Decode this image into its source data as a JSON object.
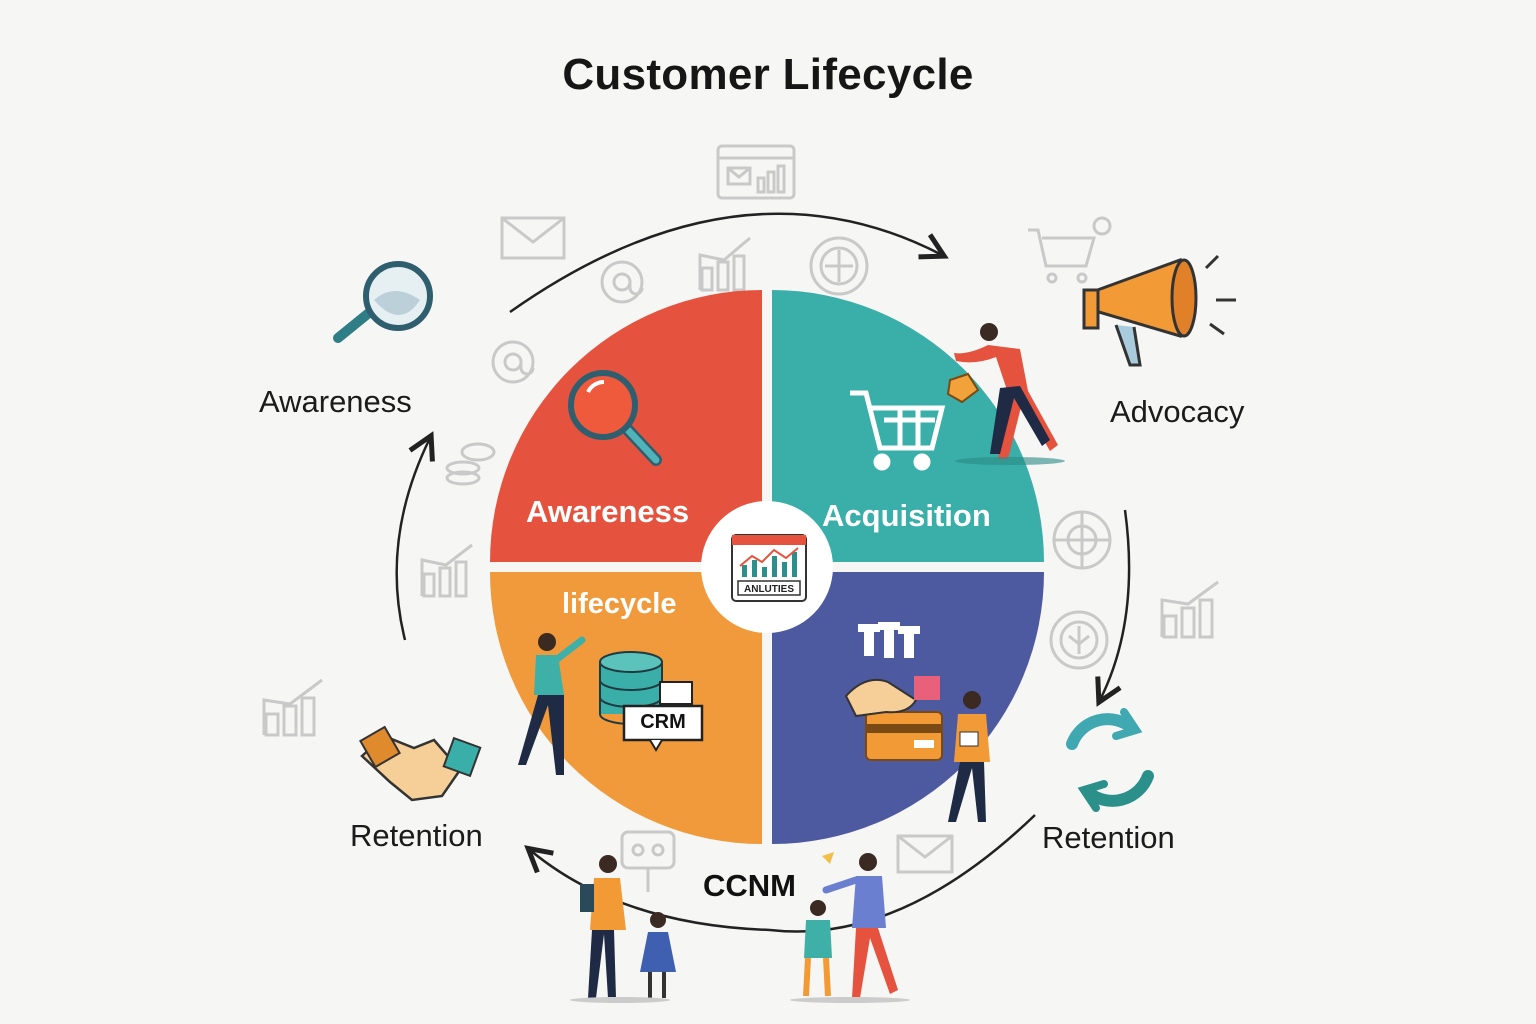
{
  "title": "Customer Lifecycle",
  "outer_labels": {
    "top_left": "Awareness",
    "top_right": "Advocacy",
    "bottom_right": "Retention",
    "bottom_left": "Retention",
    "bottom_center": "CCNM"
  },
  "quadrants": [
    {
      "label": "Awareness",
      "color": "#e5533f"
    },
    {
      "label": "Acquisition",
      "color": "#3aaea8"
    },
    {
      "label": "lifecycle",
      "color": "#f09a3c"
    },
    {
      "label": "",
      "color": "#4e5aa0"
    }
  ],
  "center": {
    "label": "ANLUTIES"
  },
  "crm_label": "CRM",
  "colors": {
    "background": "#f6f6f5",
    "ring_arrow": "#222222",
    "faded_icon": "#c9c9c9",
    "sync_icon": "#3fa8b0",
    "megaphone": "#f29a36"
  },
  "icons": [
    "magnifier-icon",
    "megaphone-icon",
    "handshake-icon",
    "sync-arrows-icon",
    "shopping-cart-icon",
    "database-icon",
    "credit-card-icon",
    "analytics-chart-icon",
    "email-icon",
    "at-sign-icon",
    "bar-chart-icon"
  ]
}
